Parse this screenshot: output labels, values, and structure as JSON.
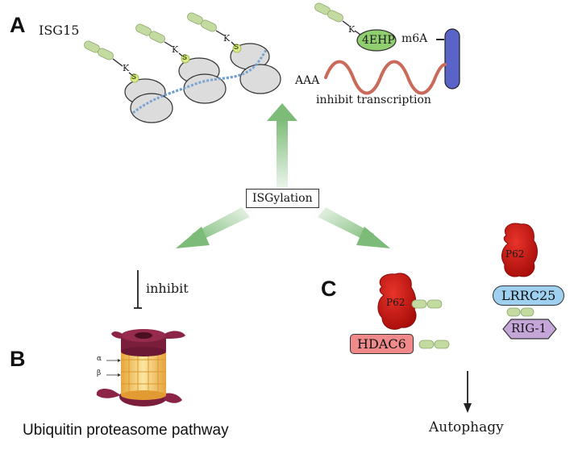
{
  "panels": {
    "a": "A",
    "b": "B",
    "c": "C"
  },
  "panel_a": {
    "isg15_label": "ISG15",
    "lysine_label": "K",
    "serine_label": "S",
    "protein_4ehp": "4EHP",
    "m6a_label": "m6A",
    "poly_a_label": "AAA",
    "inhibit_transcription": "inhibit transcription"
  },
  "center": {
    "isgylation": "ISGylation"
  },
  "panel_b": {
    "inhibit_label": "inhibit",
    "alpha": "α",
    "beta": "β",
    "pathway_label": "Ubiquitin proteasome pathway"
  },
  "panel_c": {
    "p62_left": "P62",
    "p62_right": "P62",
    "hdac6": "HDAC6",
    "lrrc25": "LRRC25",
    "rig1": "RIG-1",
    "autophagy": "Autophagy"
  },
  "colors": {
    "arrow_green": "#7dbb78",
    "isg15_segment": "#c3dba0",
    "serine_circle": "#d8ec8a",
    "ribosome": "#dcdcdc",
    "mrna_dots": "#6f9fd0",
    "ehp_green": "#8fcf6f",
    "cap_purple": "#5a63c8",
    "mrna_wave": "#c96a5a",
    "p62_red": "#cc1a14",
    "hdac6_pink": "#f08a8a",
    "lrrc25_blue": "#9fd0f0",
    "rig1_purple": "#c4a6d8",
    "proteasome_maroon": "#7a1e3c",
    "proteasome_yellow": "#f5d06a"
  }
}
